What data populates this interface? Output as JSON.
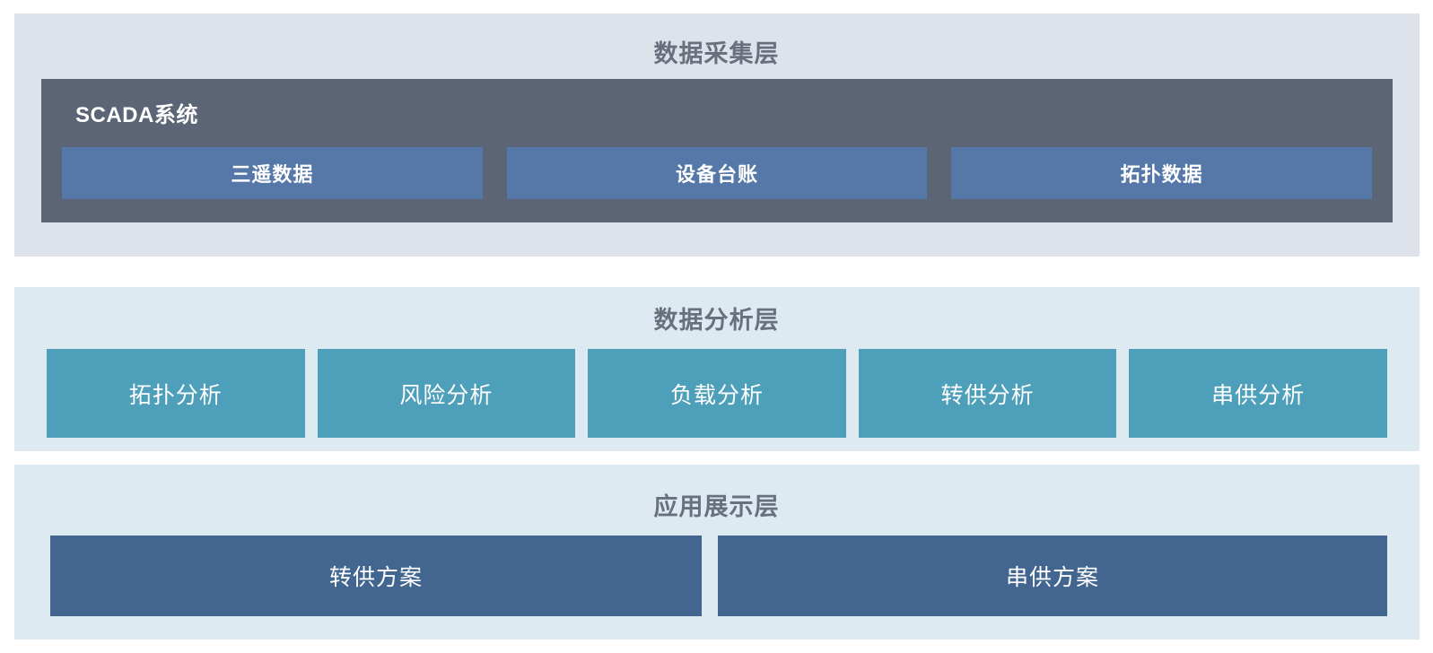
{
  "diagram": {
    "type": "layered-architecture",
    "background": "#ffffff",
    "layers": [
      {
        "id": "collect",
        "title": "数据采集层",
        "panel_color": "#dee2eb",
        "title_color": "#68707e",
        "group": {
          "label": "SCADA系统",
          "color": "#5c6575",
          "items": [
            {
              "label": "三遥数据",
              "color": "#5578a8"
            },
            {
              "label": "设备台账",
              "color": "#5578a8"
            },
            {
              "label": "拓扑数据",
              "color": "#5578a8"
            }
          ]
        }
      },
      {
        "id": "analysis",
        "title": "数据分析层",
        "panel_color": "#deeaf1",
        "title_color": "#68707e",
        "items": [
          {
            "label": "拓扑分析",
            "color": "#4e9fba"
          },
          {
            "label": "风险分析",
            "color": "#4e9fba"
          },
          {
            "label": "负载分析",
            "color": "#4e9fba"
          },
          {
            "label": "转供分析",
            "color": "#4e9fba"
          },
          {
            "label": "串供分析",
            "color": "#4e9fba"
          }
        ]
      },
      {
        "id": "application",
        "title": "应用展示层",
        "panel_color": "#deeaf1",
        "title_color": "#68707e",
        "items": [
          {
            "label": "转供方案",
            "color": "#42668f"
          },
          {
            "label": "串供方案",
            "color": "#42668f"
          }
        ]
      }
    ]
  }
}
